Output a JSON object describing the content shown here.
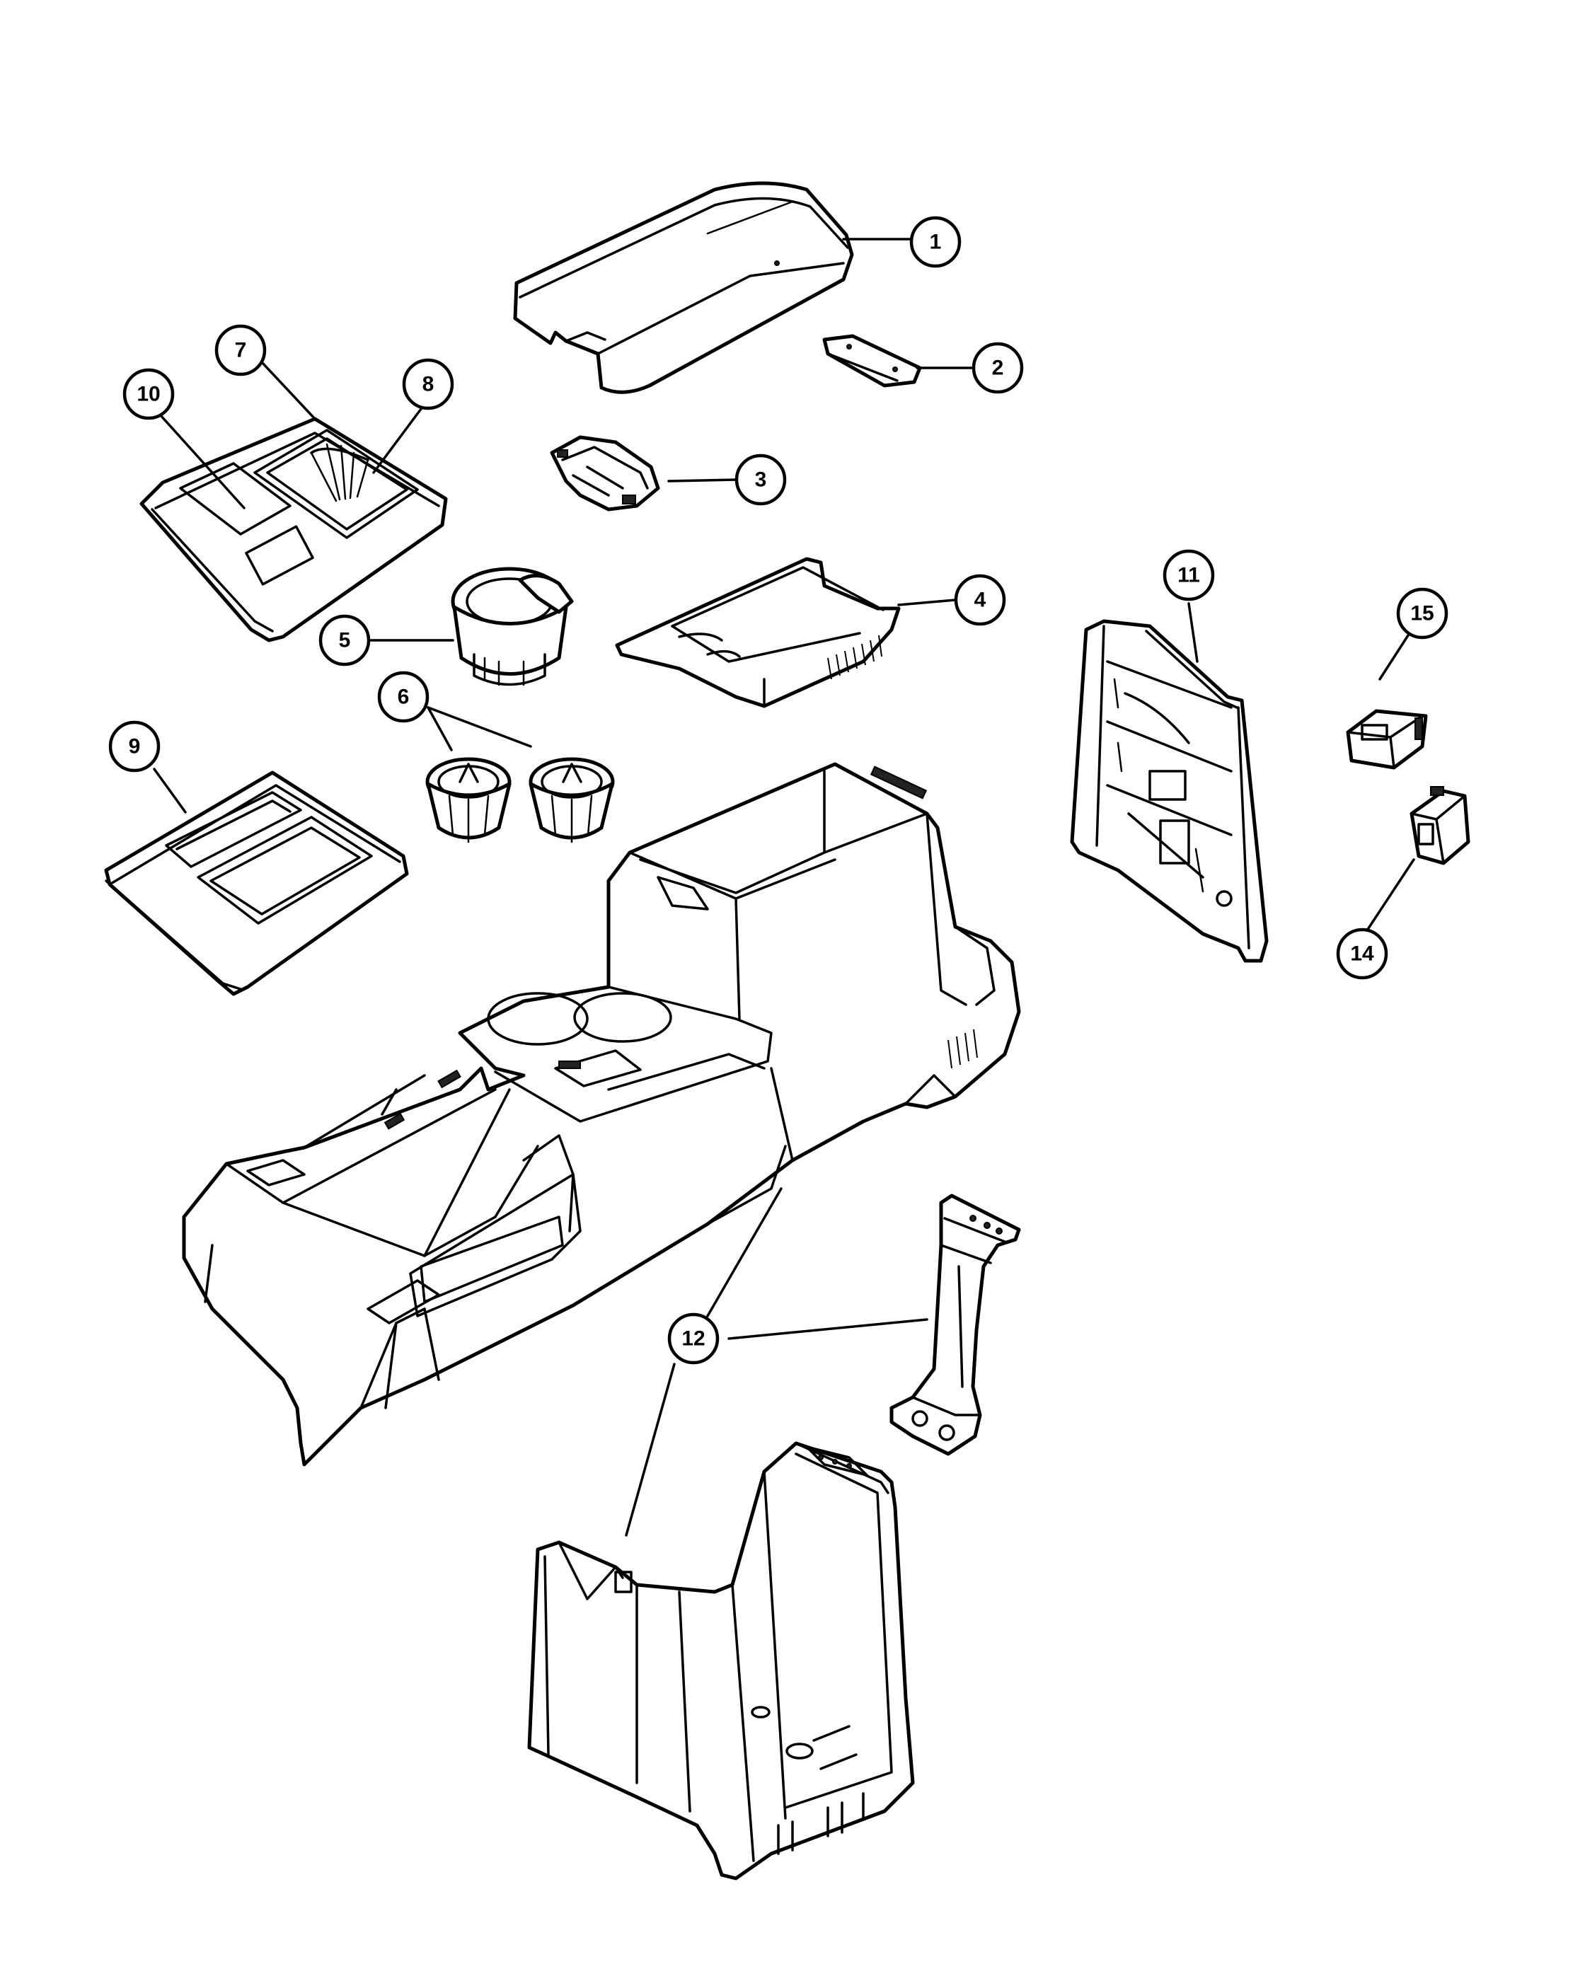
{
  "diagram": {
    "background": "#ffffff",
    "line_color": "#000000",
    "parts": [
      {
        "id": "part-1",
        "label": "1"
      },
      {
        "id": "part-2",
        "label": "2"
      },
      {
        "id": "part-3",
        "label": "3"
      },
      {
        "id": "part-4",
        "label": "4"
      },
      {
        "id": "part-5",
        "label": "5"
      },
      {
        "id": "part-6",
        "label": "6"
      },
      {
        "id": "part-7",
        "label": "7"
      },
      {
        "id": "part-8",
        "label": "8"
      },
      {
        "id": "part-9",
        "label": "9"
      },
      {
        "id": "part-10",
        "label": "10"
      },
      {
        "id": "part-11",
        "label": "11"
      },
      {
        "id": "part-12",
        "label": "12"
      },
      {
        "id": "part-14",
        "label": "14"
      },
      {
        "id": "part-15",
        "label": "15"
      }
    ]
  }
}
